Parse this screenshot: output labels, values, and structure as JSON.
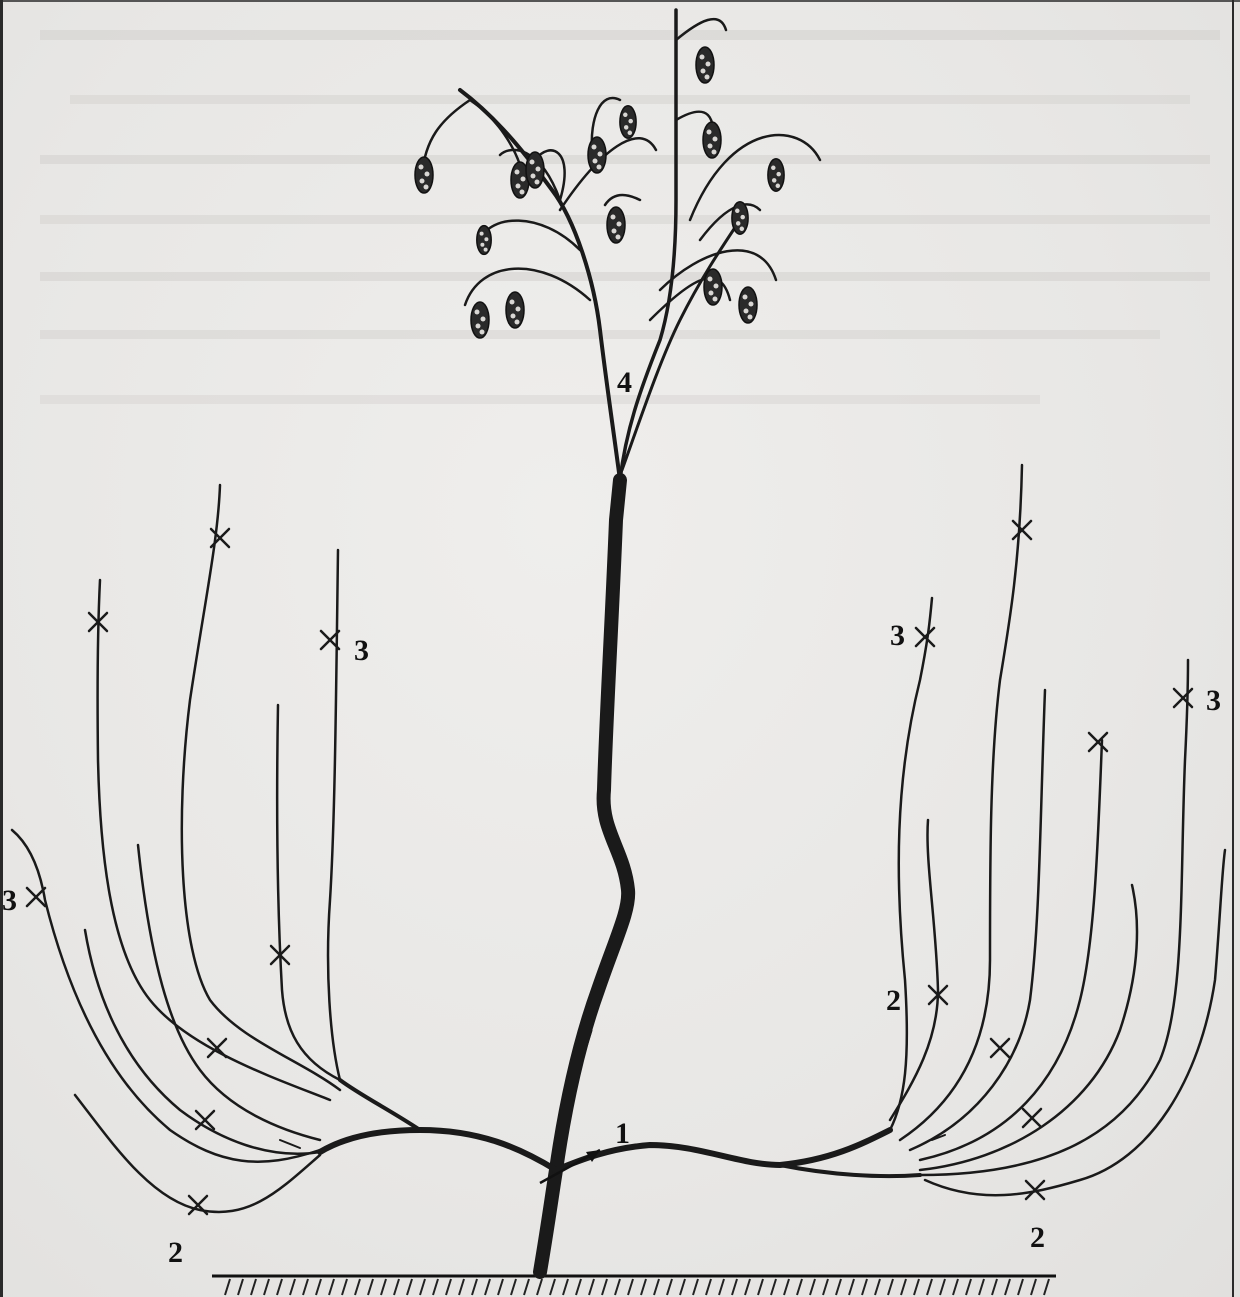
{
  "figure": {
    "description_labels": [
      {
        "id": "label-1",
        "text": "1"
      },
      {
        "id": "label-2-left",
        "text": "2"
      },
      {
        "id": "label-2-right-mid",
        "text": "2"
      },
      {
        "id": "label-2-right",
        "text": "2"
      },
      {
        "id": "label-3-far-left",
        "text": "3"
      },
      {
        "id": "label-3-left",
        "text": "3"
      },
      {
        "id": "label-3-right-inner",
        "text": "3"
      },
      {
        "id": "label-3-right-outer",
        "text": "3"
      },
      {
        "id": "label-4",
        "text": "4"
      }
    ]
  },
  "colors": {
    "ink": "#1a1a1a",
    "paper": "#e9e8e6",
    "bleed_through_text": "#cfcdca"
  }
}
